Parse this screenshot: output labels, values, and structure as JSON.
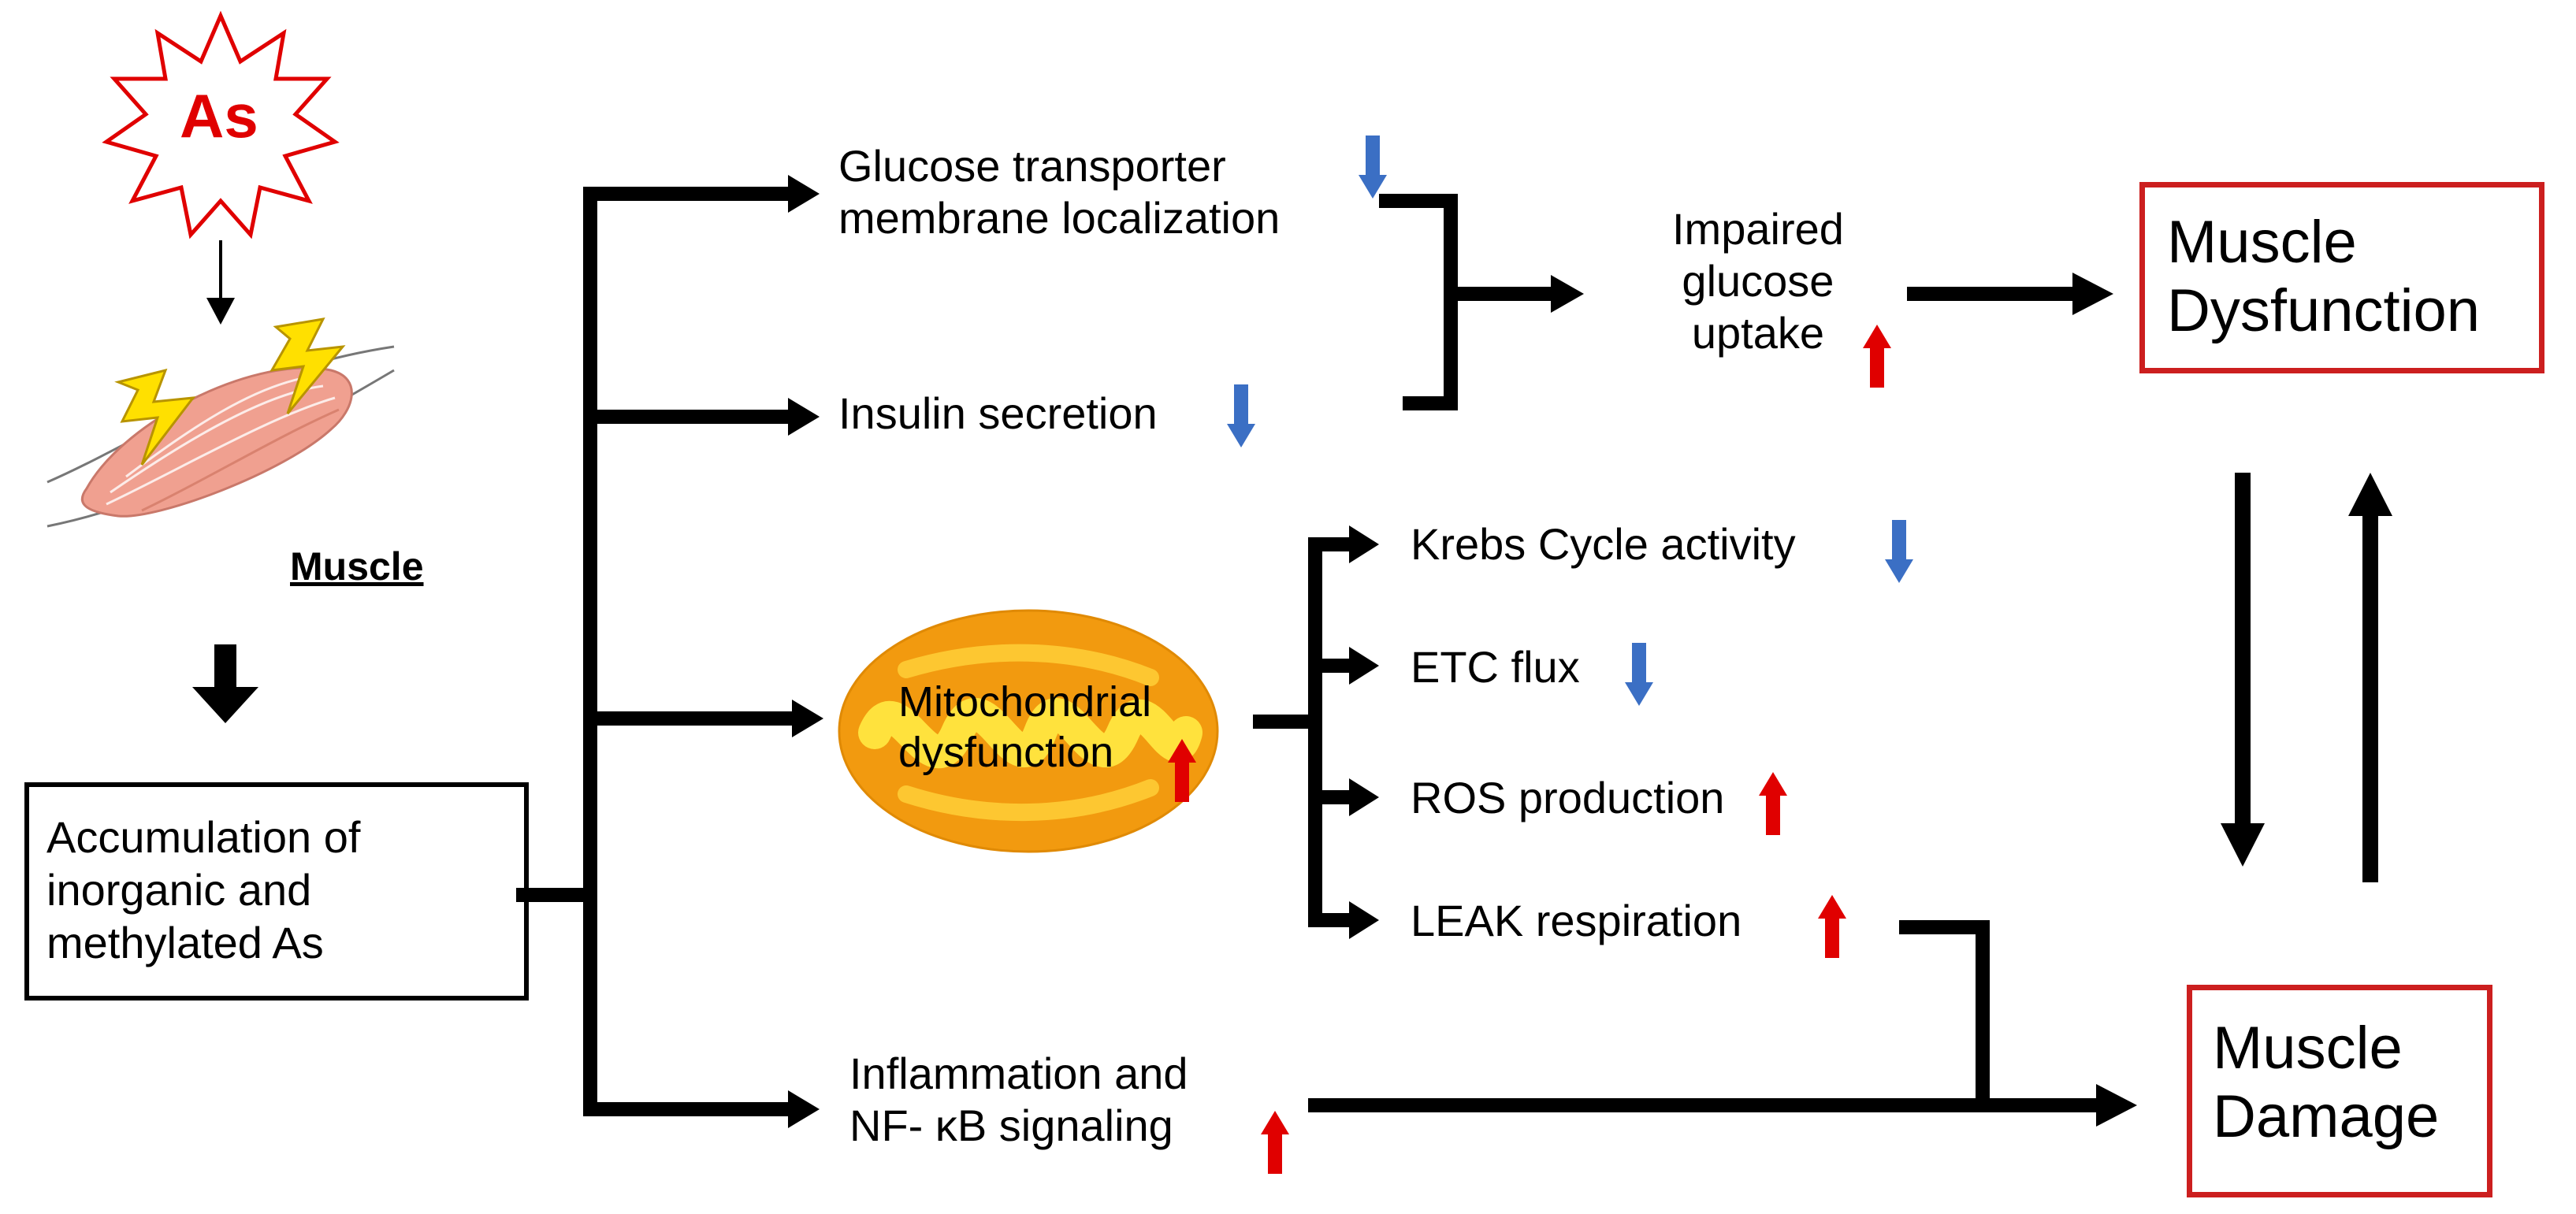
{
  "source": {
    "symbol": "As"
  },
  "muscle": {
    "label": "Muscle"
  },
  "accumulation": {
    "lines": [
      "Accumulation of",
      "inorganic and",
      "methylated As"
    ]
  },
  "branches": {
    "glucose_transporter": {
      "lines": [
        "Glucose transporter",
        "membrane localization"
      ],
      "trend": "down"
    },
    "insulin_secretion": {
      "text": "Insulin secretion",
      "trend": "down"
    },
    "mitochondrial": {
      "lines": [
        "Mitochondrial",
        "dysfunction"
      ],
      "trend": "up"
    },
    "inflammation": {
      "lines": [
        "Inflammation and",
        "NF- κB  signaling"
      ],
      "trend": "up"
    }
  },
  "impaired_uptake": {
    "lines": [
      "Impaired",
      "glucose",
      "uptake"
    ],
    "trend": "up"
  },
  "mito_effects": [
    {
      "text": "Krebs Cycle activity",
      "trend": "down"
    },
    {
      "text": "ETC flux",
      "trend": "down"
    },
    {
      "text": "ROS production",
      "trend": "up"
    },
    {
      "text": "LEAK respiration",
      "trend": "up"
    }
  ],
  "outcomes": {
    "dysfunction": {
      "lines": [
        "Muscle",
        "Dysfunction"
      ]
    },
    "damage": {
      "lines": [
        "Muscle",
        "Damage"
      ]
    }
  },
  "colors": {
    "up_arrow": "#e00000",
    "down_arrow": "#3b6fc4",
    "outcome_border": "#cc1f1f",
    "mito_outer": "#f29a0f",
    "mito_inner": "#ffe640",
    "muscle_fill": "#f0a090",
    "bolt": "#ffe000"
  }
}
